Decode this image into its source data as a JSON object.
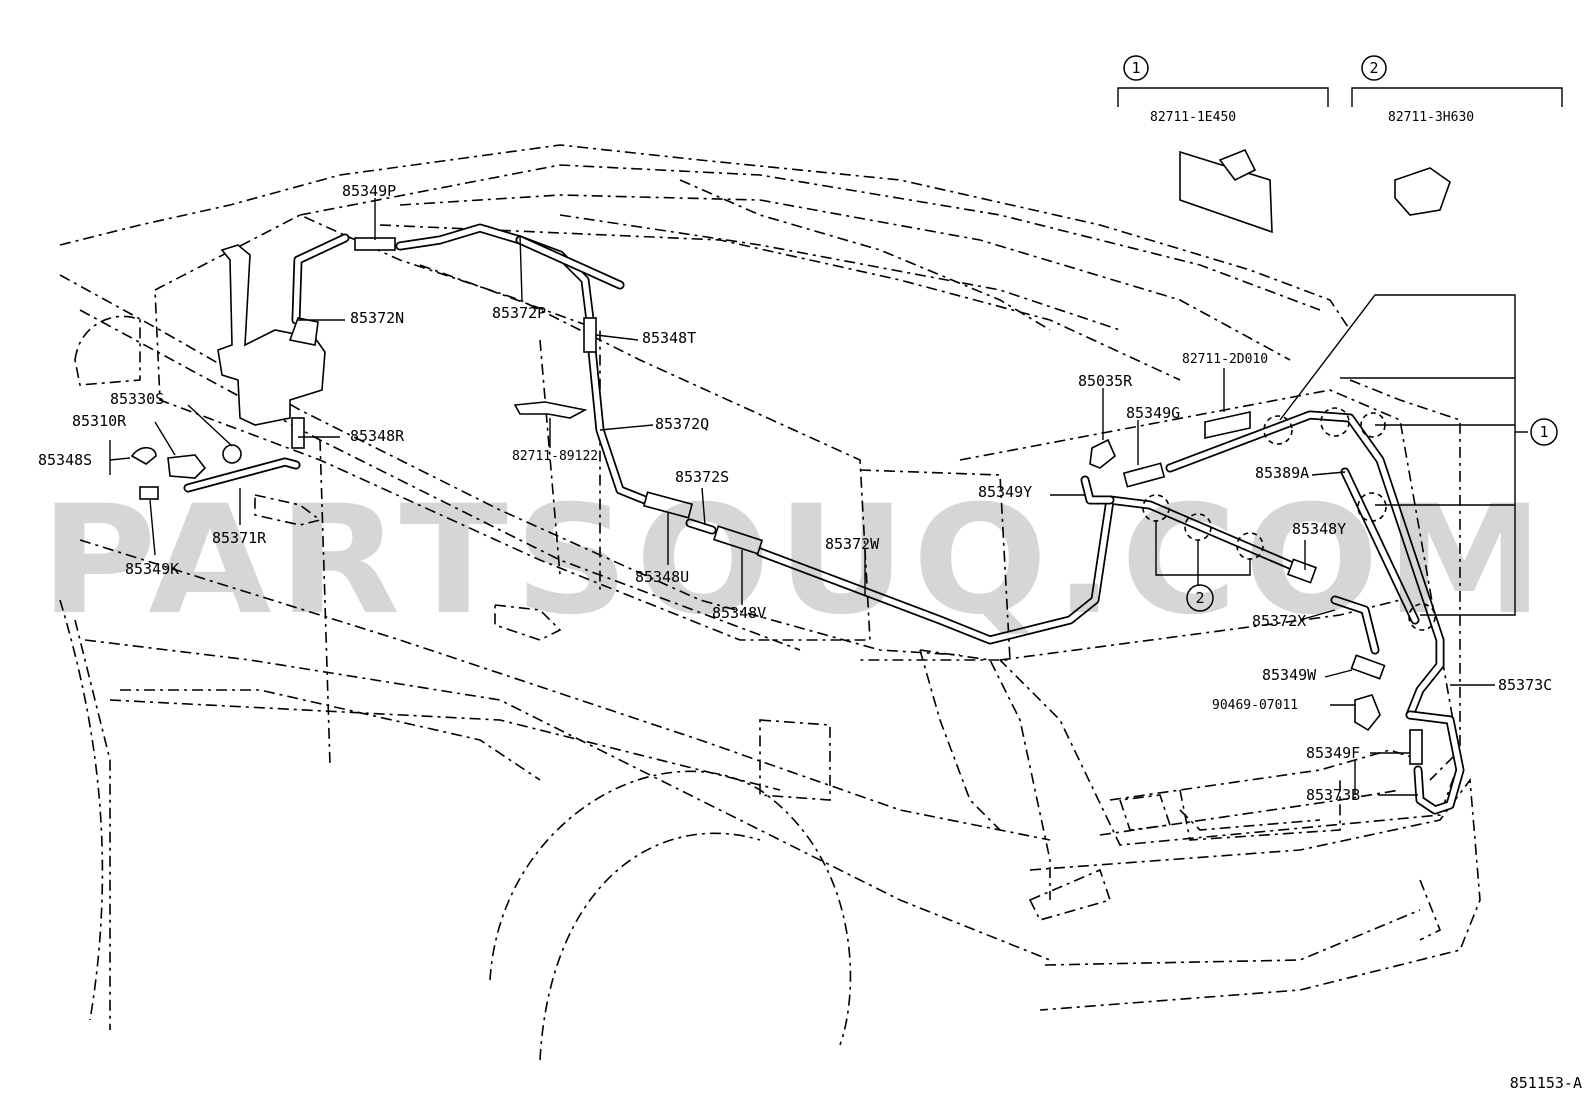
{
  "watermark": "PARTSOUQ.COM",
  "diagram_code": "851153-A",
  "group_refs": [
    {
      "id": "1",
      "part": "82711-1E450"
    },
    {
      "id": "2",
      "part": "82711-3H630"
    }
  ],
  "parts": {
    "p85349P": "85349P",
    "p85372N": "85372N",
    "p85372P": "85372P",
    "p85348T": "85348T",
    "p85330S": "85330S",
    "p85310R": "85310R",
    "p85348S": "85348S",
    "p85348R": "85348R",
    "p85372Q": "85372Q",
    "p82711_89122": "82711-89122",
    "p85371R": "85371R",
    "p85349K": "85349K",
    "p85372S": "85372S",
    "p85348U": "85348U",
    "p85348V": "85348V",
    "p85372W": "85372W",
    "p82711_2D010": "82711-2D010",
    "p85035R": "85035R",
    "p85349G": "85349G",
    "p85349Y": "85349Y",
    "p85389A": "85389A",
    "p85348Y": "85348Y",
    "p85372X": "85372X",
    "p85349W": "85349W",
    "p85373C": "85373C",
    "p90469_07011": "90469-07011",
    "p85349F": "85349F",
    "p85373B": "85373B"
  },
  "callouts": {
    "c1": "1",
    "c2": "2"
  }
}
